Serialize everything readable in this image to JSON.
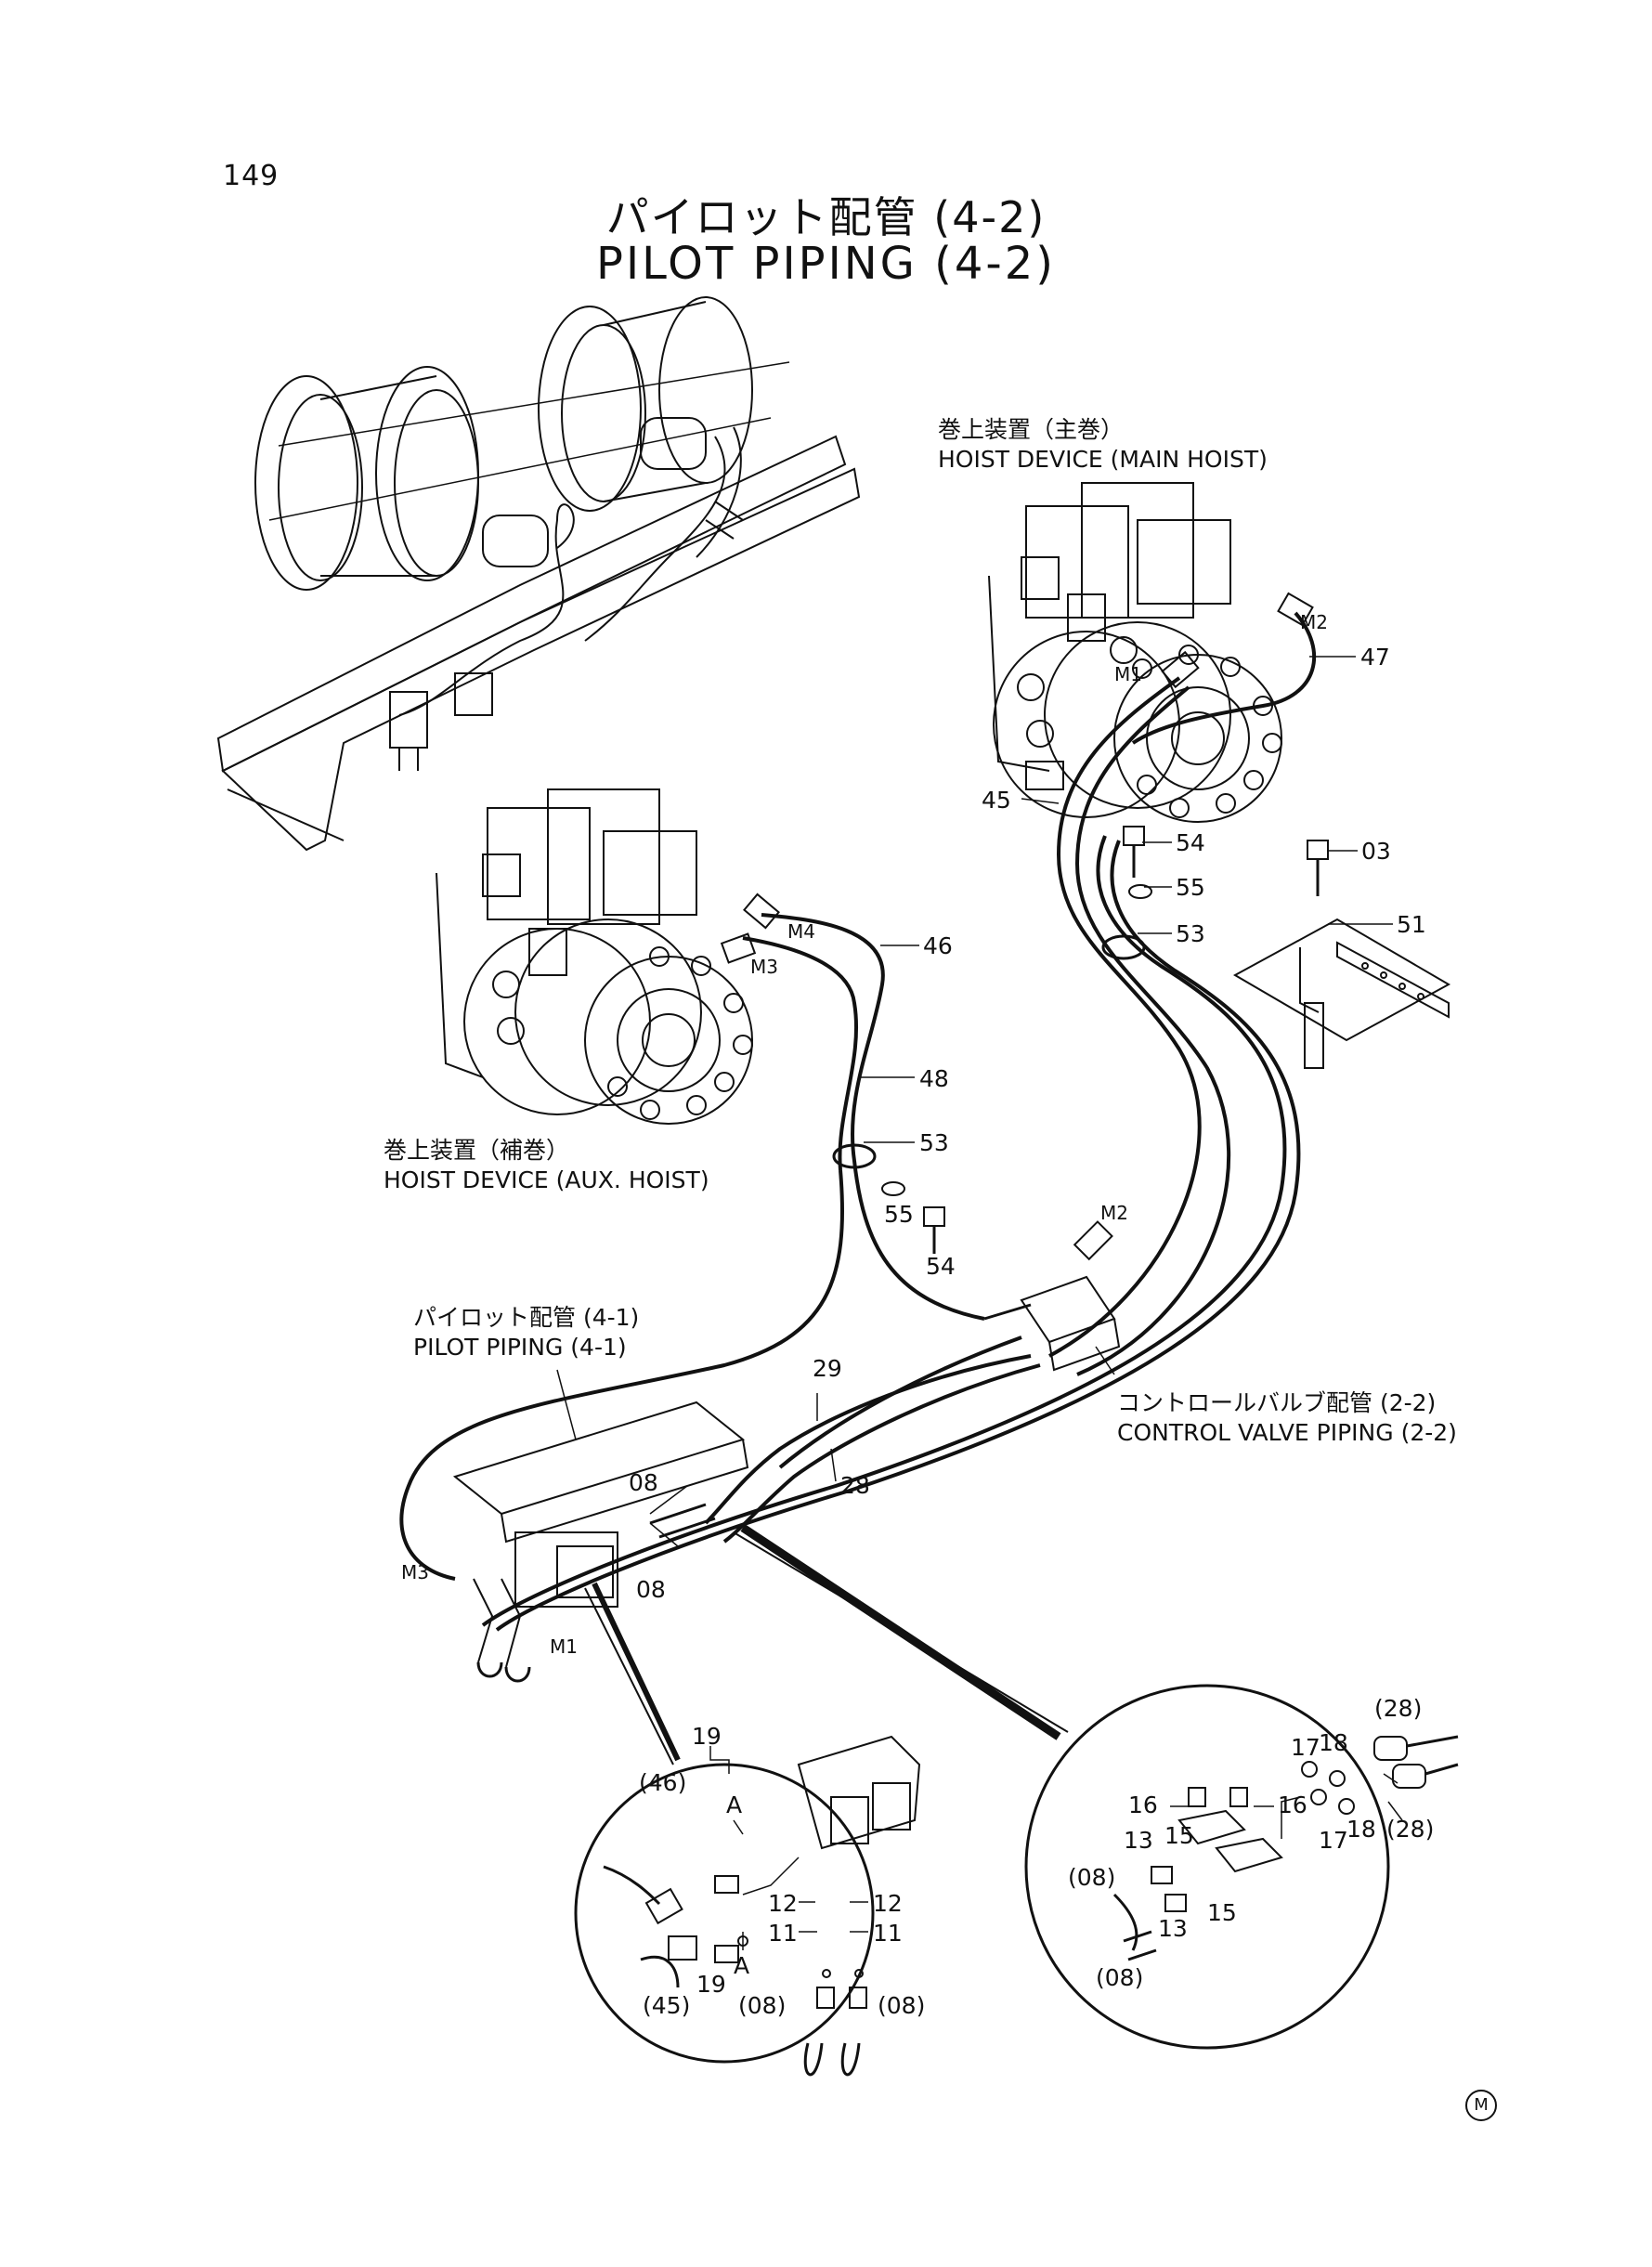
{
  "page_number": "149",
  "title": {
    "ja": "パイロット配管 (4-2)",
    "en": "PILOT PIPING (4-2)"
  },
  "callouts": {
    "main_hoist": {
      "ja": "巻上装置（主巻）",
      "en": "HOIST DEVICE (MAIN HOIST)"
    },
    "aux_hoist": {
      "ja": "巻上装置（補巻）",
      "en": "HOIST DEVICE (AUX. HOIST)"
    },
    "pilot_piping": {
      "ja": "パイロット配管 (4-1)",
      "en": "PILOT PIPING (4-1)"
    },
    "control_valve": {
      "ja": "コントロールバルブ配管 (2-2)",
      "en": "CONTROL VALVE PIPING (2-2)"
    }
  },
  "ports": [
    "M2",
    "M1",
    "M4",
    "M3",
    "M2",
    "M3",
    "M1"
  ],
  "part_numbers": [
    "47",
    "45",
    "54",
    "55",
    "53",
    "03",
    "51",
    "46",
    "48",
    "53",
    "55",
    "54",
    "29",
    "28",
    "08",
    "08"
  ],
  "detail_left": [
    "19",
    "A",
    "(46)",
    "A",
    "12",
    "12",
    "11",
    "11",
    "19",
    "(45)",
    "(08)",
    "(08)"
  ],
  "detail_right": [
    "(28)",
    "17",
    "18",
    "16",
    "16",
    "13",
    "15",
    "(08)",
    "18",
    "17",
    "(28)",
    "13",
    "15",
    "(08)"
  ],
  "footer_mark": "M"
}
